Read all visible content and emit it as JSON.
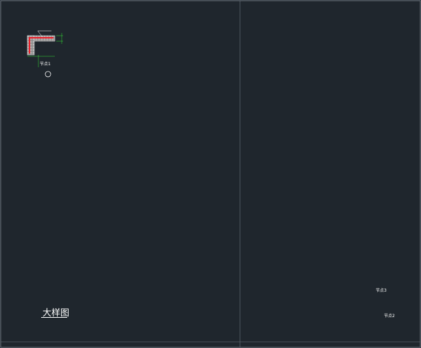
{
  "drawing": {
    "title": "大样图",
    "tags": [
      "节点1",
      "节点2",
      "节点3"
    ],
    "colors": {
      "background": "#1f262d",
      "structure": "#d8d8d8",
      "rebar": "#e8202a",
      "dimension": "#35e435",
      "leader": "#ffffff",
      "fill": "#bdbdbd"
    }
  }
}
